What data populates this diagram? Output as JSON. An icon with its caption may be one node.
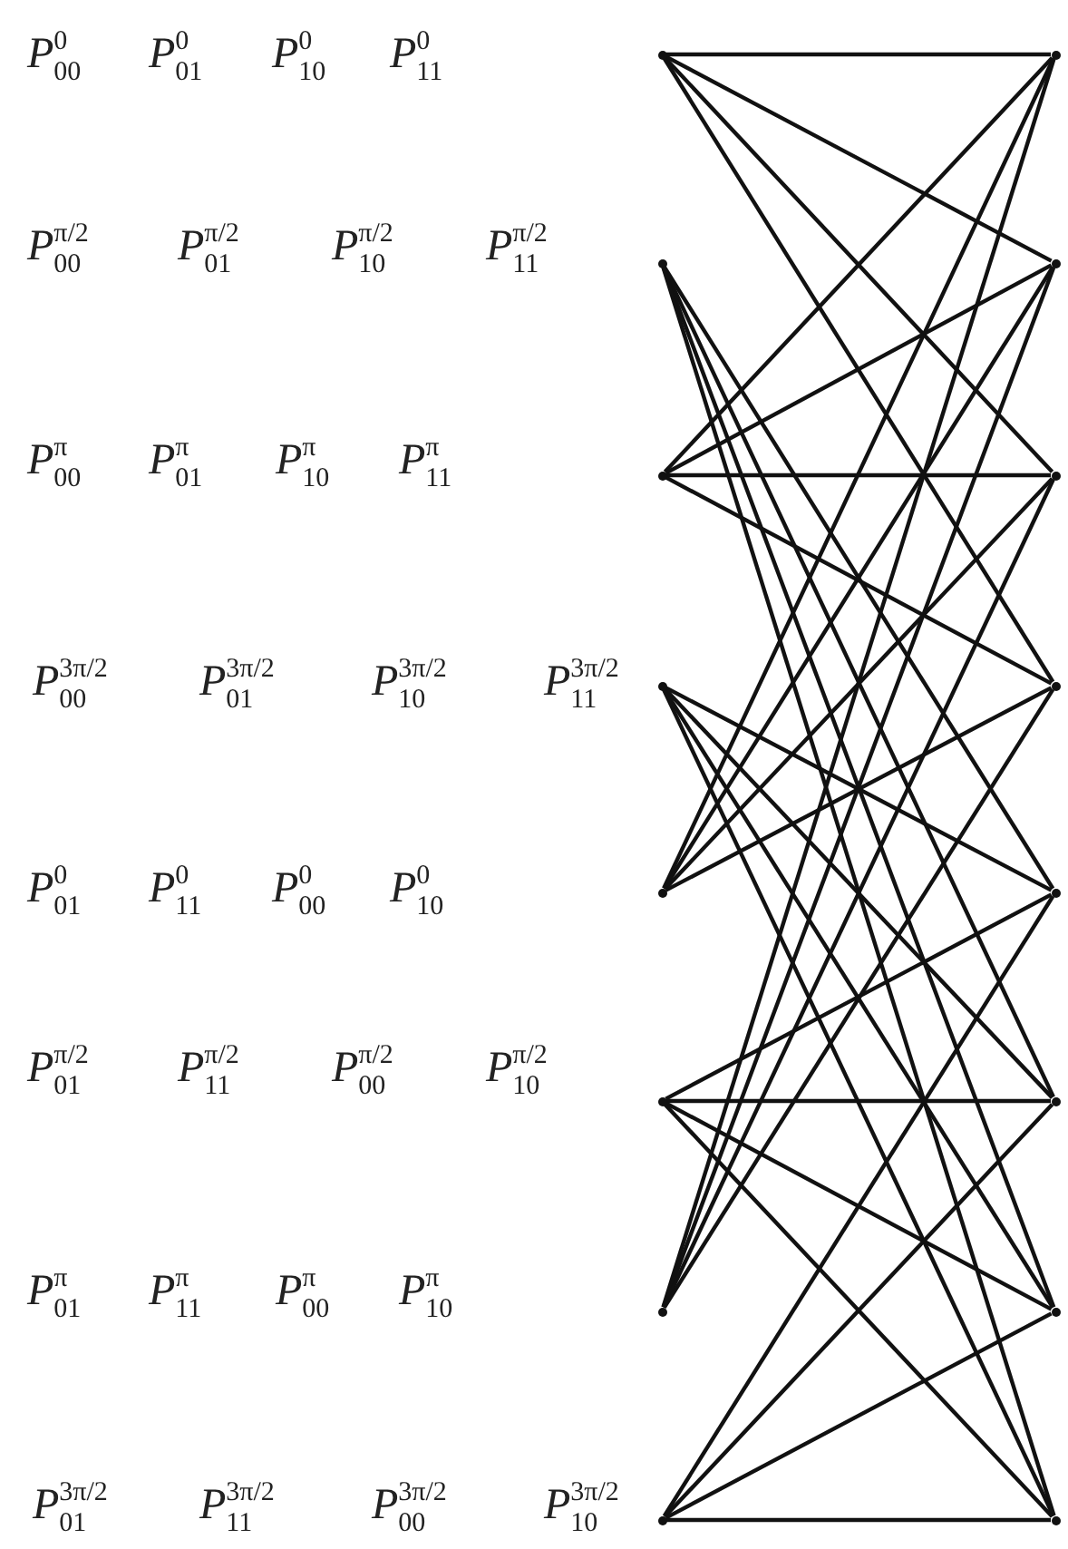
{
  "diagram": {
    "nodes": [
      {
        "text": [],
        "shape": "point"
      },
      {
        "text": [],
        "shape": "point"
      },
      {
        "text": [],
        "shape": "point"
      },
      {
        "text": [],
        "shape": "point"
      },
      {
        "text": [],
        "shape": "point"
      },
      {
        "text": [],
        "shape": "point"
      },
      {
        "text": [],
        "shape": "point"
      },
      {
        "text": [],
        "shape": "point"
      },
      {
        "text": [],
        "shape": "point"
      },
      {
        "text": [],
        "shape": "point"
      },
      {
        "text": [],
        "shape": "point"
      },
      {
        "text": [],
        "shape": "point"
      },
      {
        "text": [],
        "shape": "point"
      },
      {
        "text": [],
        "shape": "point"
      },
      {
        "text": [],
        "shape": "point"
      },
      {
        "text": [],
        "shape": "point"
      }
    ],
    "edges": [
      {
        "from": 0,
        "to": 8,
        "arrow": "none"
      },
      {
        "from": 0,
        "to": 9,
        "arrow": "none"
      },
      {
        "from": 0,
        "to": 10,
        "arrow": "none"
      },
      {
        "from": 0,
        "to": 11,
        "arrow": "none"
      },
      {
        "from": 1,
        "to": 12,
        "arrow": "none"
      },
      {
        "from": 1,
        "to": 13,
        "arrow": "none"
      },
      {
        "from": 1,
        "to": 14,
        "arrow": "none"
      },
      {
        "from": 1,
        "to": 15,
        "arrow": "none"
      },
      {
        "from": 2,
        "to": 8,
        "arrow": "none"
      },
      {
        "from": 2,
        "to": 9,
        "arrow": "none"
      },
      {
        "from": 2,
        "to": 10,
        "arrow": "none"
      },
      {
        "from": 2,
        "to": 11,
        "arrow": "none"
      },
      {
        "from": 3,
        "to": 12,
        "arrow": "none"
      },
      {
        "from": 3,
        "to": 13,
        "arrow": "none"
      },
      {
        "from": 3,
        "to": 14,
        "arrow": "none"
      },
      {
        "from": 3,
        "to": 15,
        "arrow": "none"
      },
      {
        "from": 4,
        "to": 8,
        "arrow": "none"
      },
      {
        "from": 4,
        "to": 9,
        "arrow": "none"
      },
      {
        "from": 4,
        "to": 10,
        "arrow": "none"
      },
      {
        "from": 4,
        "to": 11,
        "arrow": "none"
      },
      {
        "from": 5,
        "to": 12,
        "arrow": "none"
      },
      {
        "from": 5,
        "to": 13,
        "arrow": "none"
      },
      {
        "from": 5,
        "to": 14,
        "arrow": "none"
      },
      {
        "from": 5,
        "to": 15,
        "arrow": "none"
      },
      {
        "from": 6,
        "to": 8,
        "arrow": "none"
      },
      {
        "from": 6,
        "to": 9,
        "arrow": "none"
      },
      {
        "from": 6,
        "to": 10,
        "arrow": "none"
      },
      {
        "from": 6,
        "to": 11,
        "arrow": "none"
      },
      {
        "from": 7,
        "to": 12,
        "arrow": "none"
      },
      {
        "from": 7,
        "to": 13,
        "arrow": "none"
      },
      {
        "from": 7,
        "to": 14,
        "arrow": "none"
      },
      {
        "from": 7,
        "to": 15,
        "arrow": "none"
      }
    ],
    "labels": [
      "*P*$_{00}$$^{0}$",
      "*P*$_{01}$$^{0}$",
      "*P*$_{10}$$^{0}$",
      "*P*$_{11}$$^{0}$",
      "*P*$_{00}$$^{π/2}$",
      "*P*$_{01}$$^{π/2}$",
      "*P*$_{10}$$^{π/2}$",
      "*P*$_{11}$$^{π/2}$",
      "*P*$_{00}$$^{π}$",
      "*P*$_{01}$$^{π}$",
      "*P*$_{10}$$^{π}$",
      "*P*$_{11}$$^{π}$",
      "*P*$_{00}$$^{3π/2}$",
      "*P*$_{01}$$^{3π/2}$",
      "*P*$_{10}$$^{3π/2}$",
      "*P*$_{11}$$^{3π/2}$",
      "*P*$_{01}$$^{0}$",
      "*P*$_{11}$$^{0}$",
      "*P*$_{00}$$^{0}$",
      "*P*$_{10}$$^{0}$",
      "*P*$_{01}$$^{π/2}$",
      "*P*$_{11}$$^{π/2}$",
      "*P*$_{00}$$^{π/2}$",
      "*P*$_{10}$$^{π/2}$",
      "*P*$_{01}$$^{π}$",
      "*P*$_{11}$$^{π}$",
      "*P*$_{00}$$^{π}$",
      "*P*$_{10}$$^{π}$",
      "*P*$_{01}$$^{3π/2}$",
      "*P*$_{11}$$^{3π/2}$",
      "*P*$_{00}$$^{3π/2}$",
      "*P*$_{10}$$^{3π/2}$"
    ]
  }
}
